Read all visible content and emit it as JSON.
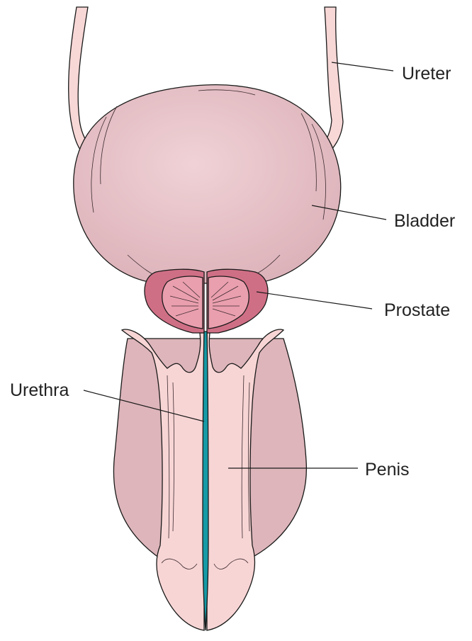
{
  "labels": {
    "ureter": "Ureter",
    "bladder": "Bladder",
    "prostate": "Prostate",
    "urethra": "Urethra",
    "penis": "Penis"
  },
  "colors": {
    "ureter": "#f8d7d7",
    "bladder": "#e0b9bf",
    "prostate_capsule": "#cf6f85",
    "prostate_lobe": "#ea9fae",
    "corpora_cavernosa": "#ddb5ba",
    "penis_shaft": "#f8d5d5",
    "urethra": "#159aa6",
    "outline": "#1a1a1a"
  }
}
